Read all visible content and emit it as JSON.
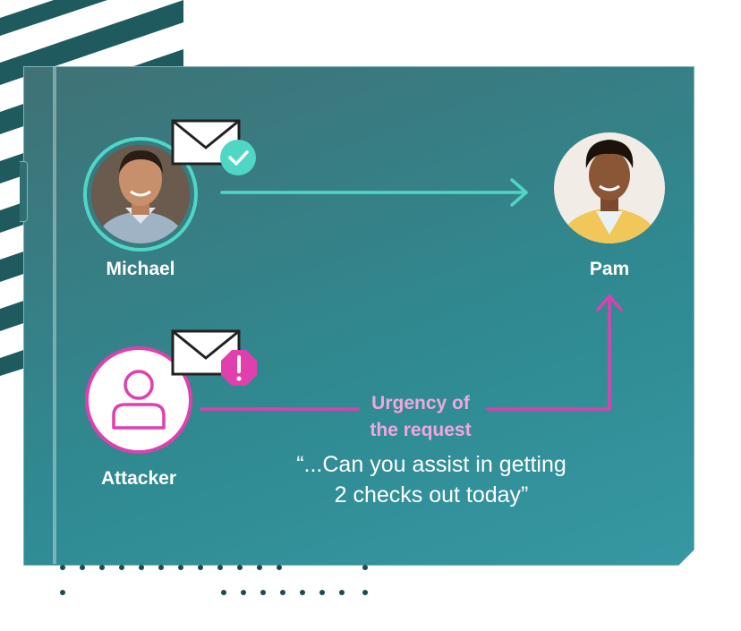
{
  "people": {
    "michael": {
      "name": "Michael"
    },
    "pam": {
      "name": "Pam"
    },
    "attacker": {
      "name": "Attacker"
    }
  },
  "urgency_label": {
    "line1": "Urgency of",
    "line2": "the request"
  },
  "quote": {
    "line1": "“...Can you assist in getting",
    "line2": "2 checks out today”"
  },
  "colors": {
    "teal_accent": "#4fd6c4",
    "pink_accent": "#e03fae",
    "card_bg": "#2f8a92",
    "stripe": "#1f5a5e",
    "dots": "#1f4a52"
  },
  "icons": {
    "legit_email": "envelope-icon",
    "verified": "check-badge-icon",
    "phish_email": "envelope-icon",
    "warning": "exclamation-badge-icon",
    "attacker_avatar": "user-icon"
  }
}
